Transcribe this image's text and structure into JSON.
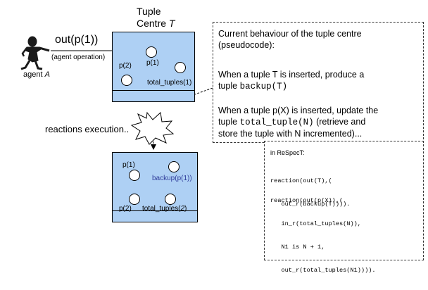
{
  "title": {
    "line1": "Tuple",
    "line2_prefix": "Centre ",
    "line2_var": "T"
  },
  "agent": {
    "label_prefix": "agent ",
    "label_var": "A",
    "operation": "out(p(1))",
    "operation_note": "(agent operation)"
  },
  "top_box": {
    "incoming_tuple": "p(1)",
    "tuple_p2": "p(2)",
    "tuple_total": "total_tuples(1)"
  },
  "reactions_label": "reactions execution..",
  "bottom_box": {
    "tuple_p1": "p(1)",
    "tuple_backup": "backup(p(1))",
    "tuple_p2": "p(2)",
    "tuple_total_prefix": "total_tuples(",
    "tuple_total_num": "2",
    "tuple_total_suffix": ")"
  },
  "behaviour": {
    "heading1": "Current behaviour of the tuple centre",
    "heading2": "(pseudocode):",
    "rule1_line1": "When a tuple T is inserted, produce a",
    "rule1_line2_prefix": "tuple ",
    "rule1_line2_code": "backup(T)",
    "rule2_line1": "When a tuple p(X) is inserted, update the",
    "rule2_line2_prefix": "tuple ",
    "rule2_line2_code": "total_tuple(N)",
    "rule2_line2_suffix": " (retrieve and",
    "rule2_line3": "store the tuple with N incremented)..."
  },
  "respect": {
    "heading": "in ReSpecT:",
    "code1_line1": "reaction(out(T),(",
    "code1_line2": "   out_r(backup(T)))).",
    "code2_line1": "reaction(out(p(X)),(",
    "code2_line2": "   in_r(total_tuples(N)),",
    "code2_line3": "   N1 is N + 1,",
    "code2_line4": "   out_r(total_tuples(N1))))."
  },
  "colors": {
    "box_fill": "#aed0f4",
    "backup_text": "#2f3c9a",
    "arrow": "#000000"
  }
}
